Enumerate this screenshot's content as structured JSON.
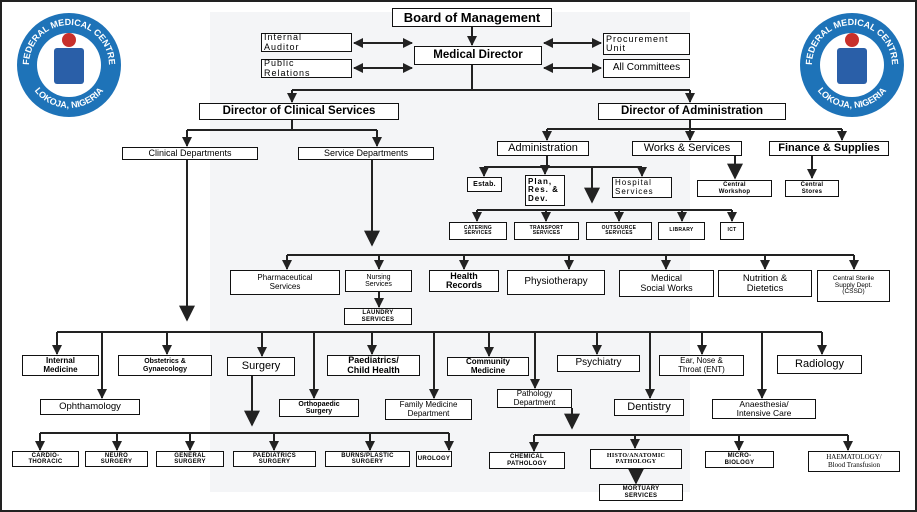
{
  "logo": {
    "top_text": "FEDERAL MEDICAL CENTRE",
    "bottom_text": "LOKOJA, NIGERIA",
    "colors": {
      "ring": "#1e73b8",
      "text": "#ffffff",
      "center": "#2a5fa8"
    }
  },
  "top": {
    "board": "Board of Management",
    "medical_director": "Medical Director",
    "internal_auditor": "Internal\nAuditor",
    "public_relations": "Public\nRelations",
    "procurement_unit": "Procurement\nUnit",
    "all_committees": "All Committees"
  },
  "directors": {
    "clinical": "Director of Clinical Services",
    "administration": "Director of Administration"
  },
  "clinical_branch": {
    "clinical_departments": "Clinical Departments",
    "service_departments": "Service Departments"
  },
  "admin_branch": {
    "administration": "Administration",
    "works_services": "Works & Services",
    "finance_supplies": "Finance & Supplies",
    "estab": "Estab.",
    "plan": "Plan,\nRes. &\nDev.",
    "hospital_services": "Hospital\nServices",
    "central_workshop": "Central\nWorkshop",
    "central_stores": "Central\nStores",
    "units": [
      "CATERING\nSERVICES",
      "TRANSPORT\nSERVICES",
      "OUTSOURCE\nSERVICES",
      "LIBRARY",
      "ICT"
    ]
  },
  "service_departments": [
    "Pharmaceutical\nServices",
    "Nursing\nServices",
    "Health\nRecords",
    "Physiotherapy",
    "Medical\nSocial Works",
    "Nutrition &\nDietetics",
    "Central Sterile\nSupply Dept.\n(CSSD)"
  ],
  "laundry": "LAUNDRY\nSERVICES",
  "clinical_departments": {
    "internal_medicine": "Internal\nMedicine",
    "ophthalmology": "Ophthamology",
    "obstetrics": "Obstetrics &\nGynaecology",
    "surgery": "Surgery",
    "orthopaedic": "Orthopaedic\nSurgery",
    "paediatrics": "Paediatrics/\nChild Health",
    "family_medicine": "Family Medicine\nDepartment",
    "community_medicine": "Community\nMedicine",
    "pathology": "Pathology\nDepartment",
    "psychiatry": "Psychiatry",
    "dentistry": "Dentistry",
    "ent": "Ear, Nose &\nThroat (ENT)",
    "anaesthesia": "Anaesthesia/\nIntensive Care",
    "radiology": "Radiology"
  },
  "surgery_units": [
    "CARDIO-\nTHORACIC",
    "NEURO\nSURGERY",
    "GENERAL\nSURGERY",
    "PAEDIATRICS\nSURGERY",
    "BURNS/PLASTIC\nSURGERY",
    "UROLOGY"
  ],
  "pathology_units": {
    "chemical": "CHEMICAL\nPATHOLOGY",
    "histo": "HISTO/ANATOMIC\nPATHOLOGY",
    "mortuary": "MORTUARY\nSERVICES",
    "micro": "MICRO-\nBIOLOGY",
    "haematology": "HAEMATOLOGY/\nBlood Transfusion"
  }
}
